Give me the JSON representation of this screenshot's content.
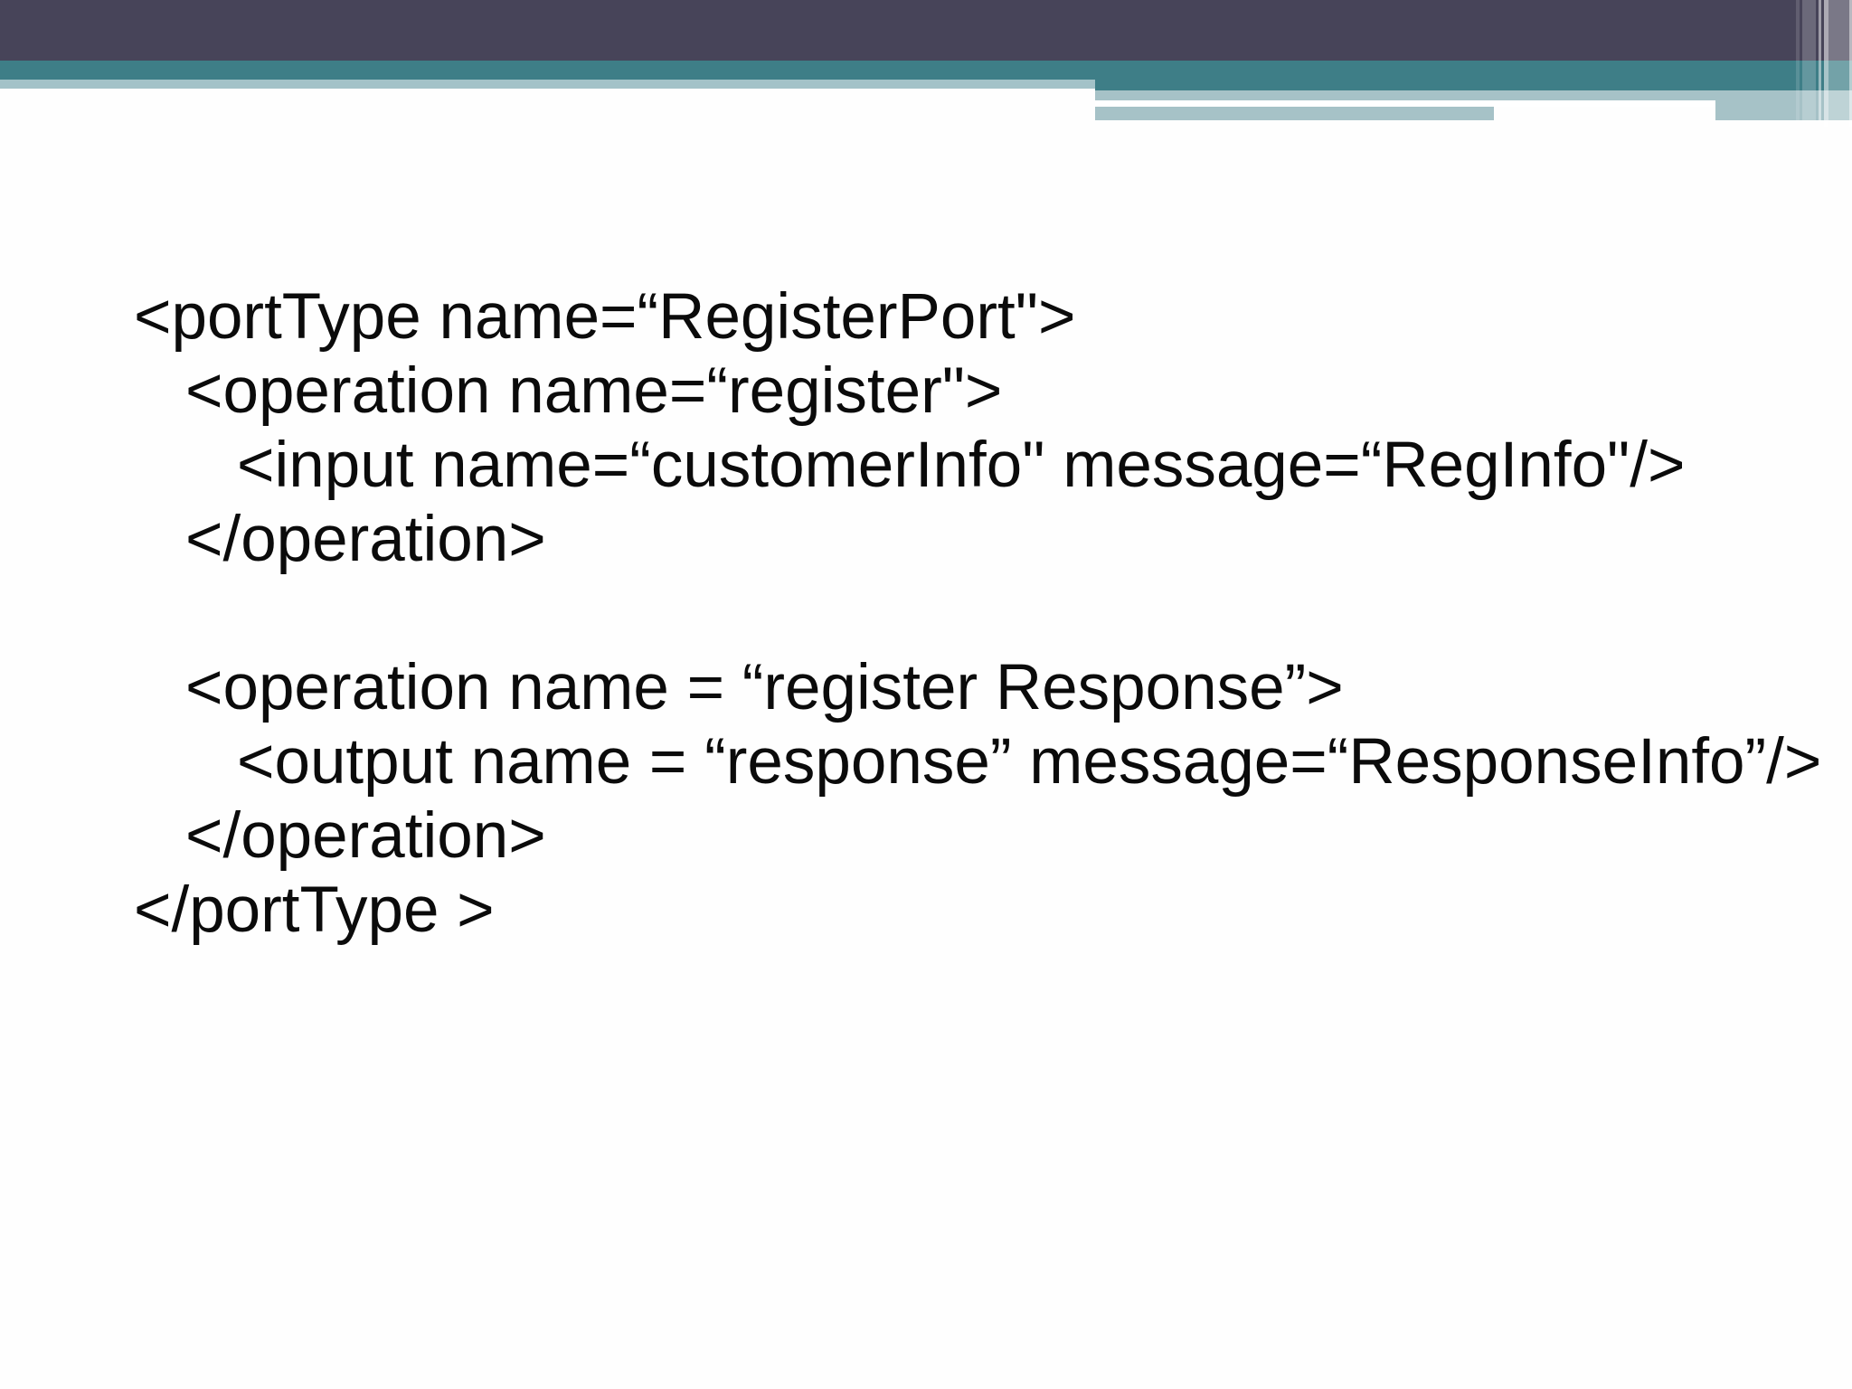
{
  "slide": {
    "theme_colors": {
      "background": "#fefefe",
      "dark_bar": "#474459",
      "teal_bar": "#3e7e87",
      "light_stripe": "#a3c2c8",
      "overlay_panel": "#a6c2c7",
      "white_line": "#ffffff",
      "text": "#0b0b0b"
    },
    "code_lines": [
      "<portType name=“RegisterPort\">",
      "<operation name=“register\">",
      "<input name=“customerInfo\" message=“RegInfo\"/>",
      "</operation>",
      "",
      "<operation name = “register Response”>",
      "<output name = “response” message=“ResponseInfo”/>",
      "</operation>",
      "</portType >"
    ]
  }
}
